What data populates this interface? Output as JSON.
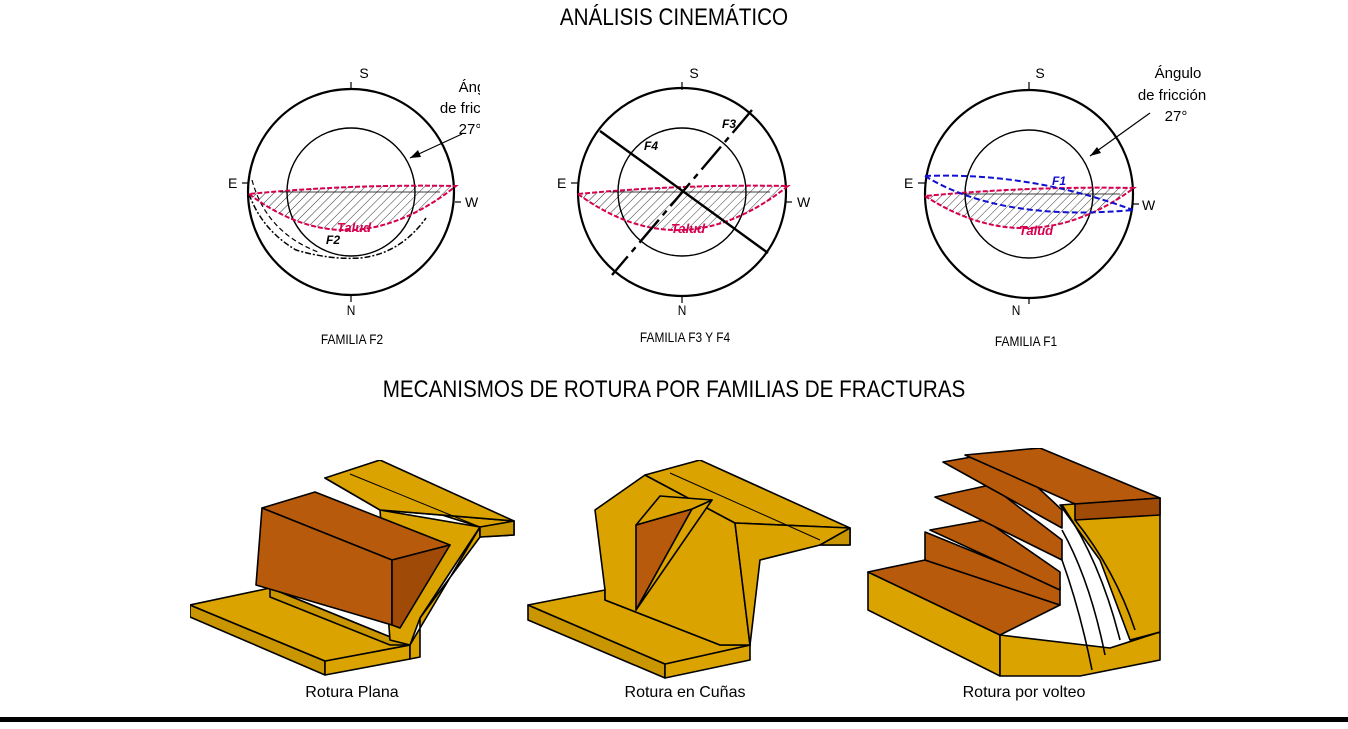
{
  "titles": {
    "analysis": "ANÁLISIS CINEMÁTICO",
    "mechanisms": "MECANISMOS DE ROTURA POR FAMILIAS DE FRACTURAS"
  },
  "stereonets": [
    {
      "caption": "FAMILIA F2",
      "cardinals": {
        "top": "S",
        "bottom": "N",
        "left": "E",
        "right": "W"
      },
      "friction_label": [
        "Ángulo",
        "de fricción",
        "27°"
      ],
      "planes": [
        "F2"
      ],
      "slope_label": "Talud"
    },
    {
      "caption": "FAMILIA F3 Y F4",
      "cardinals": {
        "top": "S",
        "bottom": "N",
        "left": "E",
        "right": "W"
      },
      "planes": [
        "F4",
        "F3"
      ],
      "slope_label": "Talud"
    },
    {
      "caption": "FAMILIA F1",
      "cardinals": {
        "top": "S",
        "bottom": "N",
        "left": "E",
        "right": "W"
      },
      "friction_label": [
        "Ángulo",
        "de fricción",
        "27°"
      ],
      "planes": [
        "F1"
      ],
      "slope_label": "Talud"
    }
  ],
  "mechanisms": [
    "Rotura Plana",
    "Rotura en Cuñas",
    "Rotura por volteo"
  ],
  "colors": {
    "slope": "#d6004e",
    "f1_plane": "#1010d0",
    "rock_light": "#dba300",
    "rock_dark": "#b85a0c"
  }
}
